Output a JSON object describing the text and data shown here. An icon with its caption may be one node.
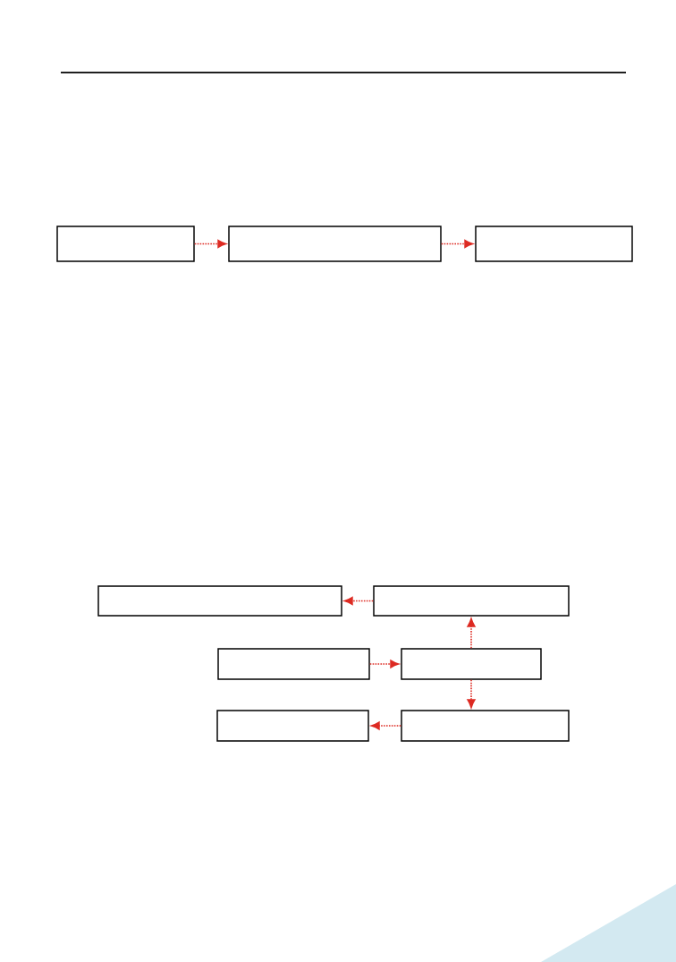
{
  "diagram": {
    "nodes": [
      {
        "text": [],
        "shape": "box"
      },
      {
        "text": [],
        "shape": "box"
      },
      {
        "text": [],
        "shape": "box"
      },
      {
        "text": [],
        "shape": "box"
      },
      {
        "text": [],
        "shape": "box"
      },
      {
        "text": [],
        "shape": "box"
      },
      {
        "text": [],
        "shape": "box"
      },
      {
        "text": [],
        "shape": "box"
      },
      {
        "text": [],
        "shape": "box"
      }
    ],
    "edges": [
      {
        "from": 0,
        "to": 1,
        "arrow": "to",
        "style": "dashed",
        "color": "#dd2a22"
      },
      {
        "from": 1,
        "to": 2,
        "arrow": "to",
        "style": "dashed",
        "color": "#dd2a22"
      },
      {
        "from": 4,
        "to": 3,
        "arrow": "to",
        "style": "dashed",
        "color": "#dd2a22"
      },
      {
        "from": 5,
        "to": 6,
        "arrow": "to",
        "style": "dashed",
        "color": "#dd2a22"
      },
      {
        "from": 6,
        "to": 4,
        "arrow": "to",
        "style": "dashed",
        "color": "#dd2a22"
      },
      {
        "from": 6,
        "to": 8,
        "arrow": "to",
        "style": "dashed",
        "color": "#dd2a22"
      },
      {
        "from": 8,
        "to": 7,
        "arrow": "to",
        "style": "dashed",
        "color": "#dd2a22"
      }
    ]
  }
}
